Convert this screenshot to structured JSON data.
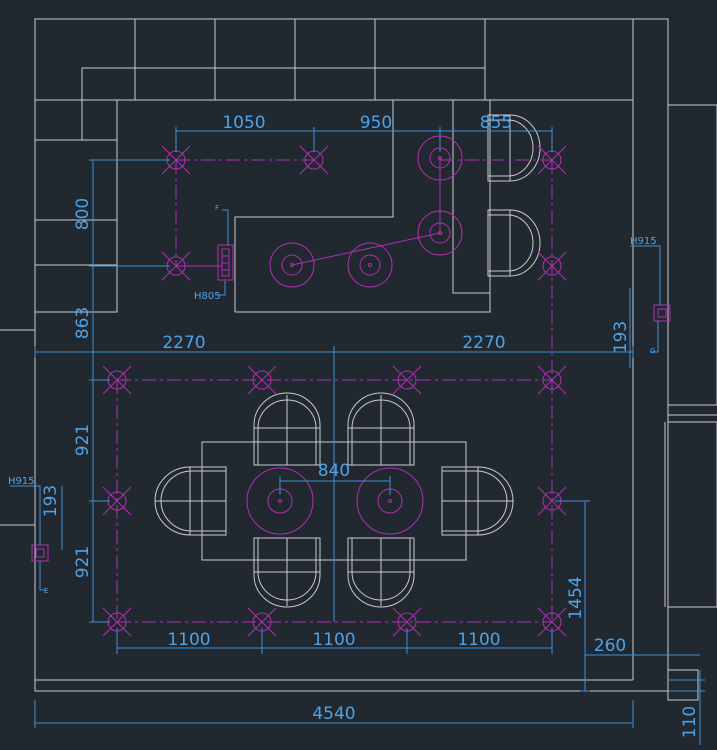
{
  "dimensions": {
    "top_a": "1050",
    "top_b": "950",
    "top_c": "855",
    "left_upper": "800",
    "left_mid": "863",
    "span_left": "2270",
    "span_right": "2270",
    "right_gap": "193",
    "dining_upper": "921",
    "dining_lower": "921",
    "lights_center": "840",
    "left_gap": "193",
    "bottom_a": "1100",
    "bottom_b": "1100",
    "bottom_c": "1100",
    "right_offset": "260",
    "right_height": "1454",
    "total_width": "4540",
    "bottom_edge": "110"
  },
  "labels": {
    "h915_right": "H915",
    "h915_left": "H915",
    "h805": "H805",
    "f": "F",
    "g": "G",
    "e": "E"
  },
  "colors": {
    "background": "#212830",
    "wall": "#c9ccd0",
    "dimension": "#4da3e8",
    "lighting": "#b02fb2"
  }
}
